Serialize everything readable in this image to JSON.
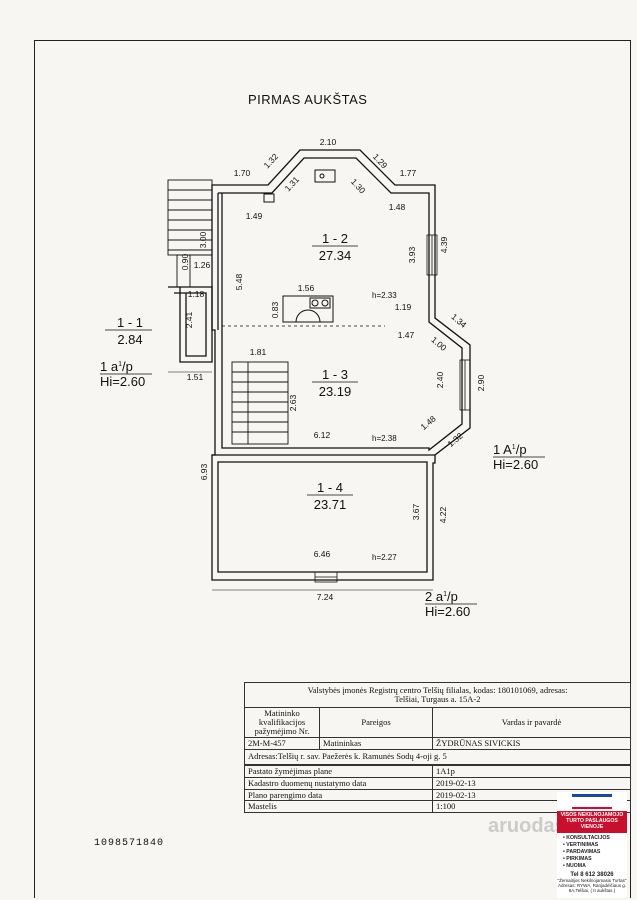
{
  "title": "PIRMAS AUKŠTAS",
  "rooms": {
    "r12": {
      "id": "1 - 2",
      "area": "27.34"
    },
    "r13": {
      "id": "1 - 3",
      "area": "23.19"
    },
    "r14": {
      "id": "1 - 4",
      "area": "23.71"
    },
    "r11": {
      "id": "1 - 1",
      "area": "2.84"
    }
  },
  "heights": {
    "h233": "h=2.33",
    "h238": "h=2.38",
    "h227": "h=2.27"
  },
  "dims": {
    "d210": "2.10",
    "d132a": "1.32",
    "d129": "1.29",
    "d170": "1.70",
    "d177": "1.77",
    "d131": "1.31",
    "d130": "1.30",
    "d149": "1.49",
    "d148a": "1.48",
    "d300": "3.00",
    "d393": "3.93",
    "d439": "4.39",
    "d090": "0.90",
    "d126": "1.26",
    "d548": "5.48",
    "d118": "1.18",
    "d156": "1.56",
    "d083": "0.83",
    "d119": "1.19",
    "d241": "2.41",
    "d134": "1.34",
    "d147": "1.47",
    "d100": "1.00",
    "d181": "1.81",
    "d240": "2.40",
    "d290": "2.90",
    "d151": "1.51",
    "d263": "2.63",
    "d612": "6.12",
    "d148b": "1.48",
    "d132b": "1.32",
    "d693": "6.93",
    "d367": "3.67",
    "d422": "4.22",
    "d646": "6.46",
    "d724": "7.24"
  },
  "external": {
    "a1_label": "1 a",
    "a1_sup": "1",
    "a1_tail": "/p",
    "a1_hi": "Hi=2.60",
    "A1_label": "1 A",
    "A1_sup": "1",
    "A1_tail": "/p",
    "A1_hi": "Hi=2.60",
    "a2_label": "2 a",
    "a2_sup": "1",
    "a2_tail": "/p",
    "a2_hi": "Hi=2.60"
  },
  "registry": {
    "header_line1": "Valstybės įmonės Registrų centro Telšių filialas, kodas: 180101069, adresas:",
    "header_line2": "Telšiai, Turgaus a. 15A-2",
    "col_cert": "Matininko kvalifikacijos pažymėjimo Nr.",
    "col_position": "Pareigos",
    "col_name": "Vardas ir pavardė",
    "cert_no": "2M-M-457",
    "position": "Matininkas",
    "name": "ŽYDRŪNAS SIVICKIS",
    "address": "Adresas:Telšių r. sav. Paežerės k. Ramunės Sodų 4-oji g. 5",
    "row1_label": "Pastato žymėjimas plane",
    "row1_value": "1A1p",
    "row2_label": "Kadastro duomenų nustatymo data",
    "row2_value": "2019-02-13",
    "row3_label": "Plano parengimo data",
    "row3_value": "2019-02-13",
    "row4_label": "Mastelis",
    "row4_value": "1:100"
  },
  "barcode_number": "1098571840",
  "watermark": "aruodas.lt",
  "ad": {
    "head": "VISOS NEKILNOJAMOJO TURTO PASLAUGOS VIENOJE",
    "items": [
      "KONSULTACIJOS",
      "VERTINIMAS",
      "PARDAVIMAS",
      "PIRKIMAS",
      "NUOMA"
    ],
    "tel": "Tel 8 612 38026",
    "addr": "\"Žemaitijos Nekilnojamasis Turtas\" Adresas: RYWA, Ranjadėlčiaus g. 8A,Telšiai, ( II aukštas )"
  }
}
